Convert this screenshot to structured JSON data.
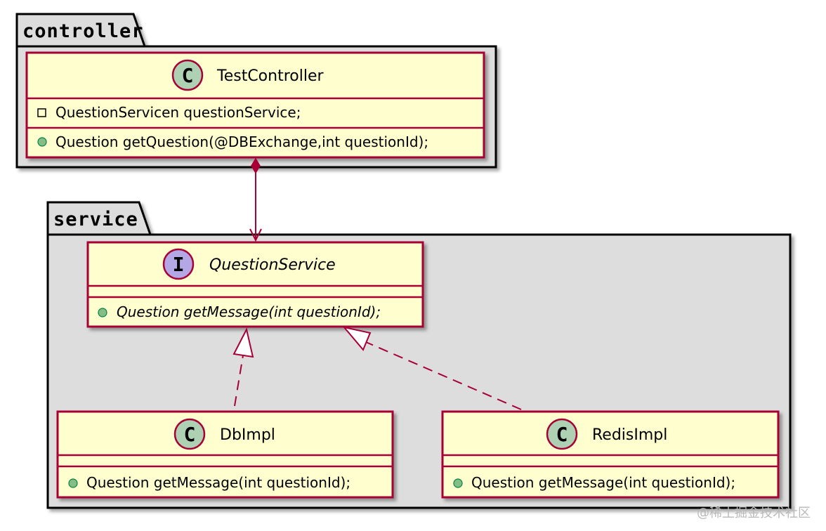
{
  "packages": {
    "controller": {
      "name": "controller"
    },
    "service": {
      "name": "service"
    }
  },
  "classes": {
    "test_controller": {
      "stereotype_letter": "C",
      "name": "TestController",
      "field": "QuestionServicen questionService;",
      "method": "Question getQuestion(@DBExchange,int questionId);"
    },
    "question_service": {
      "stereotype_letter": "I",
      "name": "QuestionService",
      "method": "Question getMessage(int questionId);"
    },
    "db_impl": {
      "stereotype_letter": "C",
      "name": "DbImpl",
      "method": "Question getMessage(int questionId);"
    },
    "redis_impl": {
      "stereotype_letter": "C",
      "name": "RedisImpl",
      "method": "Question getMessage(int questionId);"
    }
  },
  "relations": [
    {
      "from": "test_controller",
      "to": "question_service",
      "type": "composition"
    },
    {
      "from": "db_impl",
      "to": "question_service",
      "type": "realization"
    },
    {
      "from": "redis_impl",
      "to": "question_service",
      "type": "realization"
    }
  ],
  "colors": {
    "class_fill": "#fefece",
    "class_border": "#a80036",
    "package_fill": "#dddddd",
    "class_circle": "#add1b2",
    "interface_circle": "#b4a7e5",
    "arrow": "#a80036",
    "public_method": "#84be84"
  },
  "watermark": "@稀土掘金技术社区"
}
